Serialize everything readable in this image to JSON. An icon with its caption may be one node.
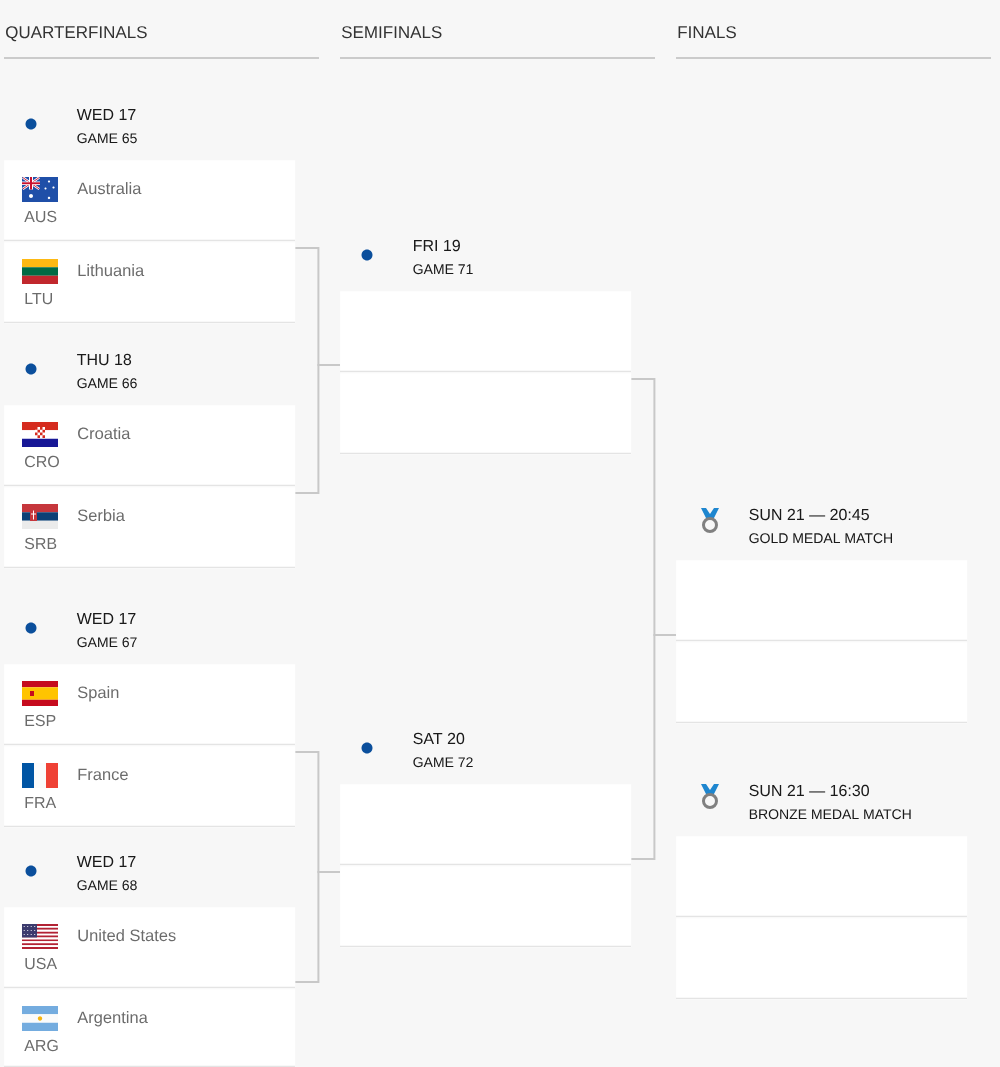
{
  "diagram": {
    "nodes": [
      {
        "text": [
          "Australia",
          "AUS"
        ]
      },
      {
        "text": [
          "Lithuania",
          "LTU"
        ]
      },
      {
        "text": [
          "Croatia",
          "CRO"
        ]
      },
      {
        "text": [
          "Serbia",
          "SRB"
        ]
      },
      {
        "text": [
          "Spain",
          "ESP"
        ]
      },
      {
        "text": [
          "France",
          "FRA"
        ]
      },
      {
        "text": [
          "United States",
          "USA"
        ]
      },
      {
        "text": [
          "Argentina",
          "ARG"
        ]
      },
      {
        "text": [],
        "shape": "box"
      },
      {
        "text": [],
        "shape": "box"
      },
      {
        "text": [],
        "shape": "box"
      },
      {
        "text": [],
        "shape": "box"
      },
      {
        "text": [],
        "shape": "box"
      },
      {
        "text": [],
        "shape": "box"
      },
      {
        "text": [],
        "shape": "box"
      },
      {
        "text": [],
        "shape": "box"
      }
    ],
    "edges": [
      {
        "from": 1,
        "to": 8,
        "arrow": "none"
      },
      {
        "from": 3,
        "to": 8,
        "arrow": "none"
      },
      {
        "from": 5,
        "to": 11,
        "arrow": "none"
      },
      {
        "from": 6,
        "to": 11,
        "arrow": "none"
      },
      {
        "from": 9,
        "to": 12,
        "arrow": "none"
      },
      {
        "from": 10,
        "to": 12,
        "arrow": "none"
      }
    ],
    "labels": [
      "QUARTERFINALS",
      "SEMIFINALS",
      "FINALS",
      "WED 17",
      "GAME 65",
      "FRI 19",
      "GAME 71",
      "THU 18",
      "GAME 66",
      "SUN 21 — 20:45",
      "GOLD MEDAL MATCH",
      "WED 17",
      "GAME 67",
      "SAT 20",
      "GAME 72",
      "SUN 21 — 16:30",
      "BRONZE MEDAL MATCH",
      "WED 17",
      "GAME 68"
    ]
  }
}
